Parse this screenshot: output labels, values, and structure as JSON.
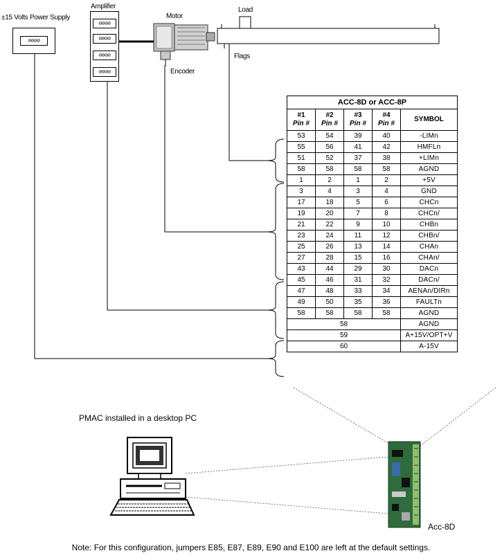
{
  "labels": {
    "power_supply": "±15 Volts Power Supply",
    "amplifier": "Amplifier",
    "motor": "Motor",
    "load": "Load",
    "flags": "Flags",
    "encoder": "Encoder",
    "pmac_caption": "PMAC installed in a desktop PC",
    "acc8d": "Acc-8D",
    "note": "Note: For this configuration, jumpers E85, E87, E89, E90 and E100 are left at the default settings."
  },
  "terminal_glyphs": "⊘⊘⊘⊘",
  "table": {
    "title": "ACC-8D or ACC-8P",
    "headers": [
      {
        "num": "#1",
        "pin": "Pin #"
      },
      {
        "num": "#2",
        "pin": "Pin #"
      },
      {
        "num": "#3",
        "pin": "Pin #"
      },
      {
        "num": "#4",
        "pin": "Pin #"
      }
    ],
    "symbol_header": "SYMBOL",
    "rows": [
      {
        "pins": [
          "53",
          "54",
          "39",
          "40"
        ],
        "symbol": "-LIMn"
      },
      {
        "pins": [
          "55",
          "56",
          "41",
          "42"
        ],
        "symbol": "HMFLn"
      },
      {
        "pins": [
          "51",
          "52",
          "37",
          "38"
        ],
        "symbol": "+LIMn"
      },
      {
        "pins": [
          "58",
          "58",
          "58",
          "58"
        ],
        "symbol": "AGND"
      },
      {
        "pins": [
          "1",
          "2",
          "1",
          "2"
        ],
        "symbol": "+5V"
      },
      {
        "pins": [
          "3",
          "4",
          "3",
          "4"
        ],
        "symbol": "GND"
      },
      {
        "pins": [
          "17",
          "18",
          "5",
          "6"
        ],
        "symbol": "CHCn"
      },
      {
        "pins": [
          "19",
          "20",
          "7",
          "8"
        ],
        "symbol": "CHCn/"
      },
      {
        "pins": [
          "21",
          "22",
          "9",
          "10"
        ],
        "symbol": "CHBn"
      },
      {
        "pins": [
          "23",
          "24",
          "11",
          "12"
        ],
        "symbol": "CHBn/"
      },
      {
        "pins": [
          "25",
          "26",
          "13",
          "14"
        ],
        "symbol": "CHAn"
      },
      {
        "pins": [
          "27",
          "28",
          "15",
          "16"
        ],
        "symbol": "CHAn/"
      },
      {
        "pins": [
          "43",
          "44",
          "29",
          "30"
        ],
        "symbol": "DACn"
      },
      {
        "pins": [
          "45",
          "46",
          "31",
          "32"
        ],
        "symbol": "DACn/"
      },
      {
        "pins": [
          "47",
          "48",
          "33",
          "34"
        ],
        "symbol": "AENAn/DIRn"
      },
      {
        "pins": [
          "49",
          "50",
          "35",
          "36"
        ],
        "symbol": "FAULTn"
      },
      {
        "pins": [
          "58",
          "58",
          "58",
          "58"
        ],
        "symbol": "AGND"
      }
    ],
    "merged_rows": [
      {
        "pin": "58",
        "symbol": "AGND"
      },
      {
        "pin": "59",
        "symbol": "A+15V/OPT+V"
      },
      {
        "pin": "60",
        "symbol": "A-15V"
      }
    ]
  }
}
